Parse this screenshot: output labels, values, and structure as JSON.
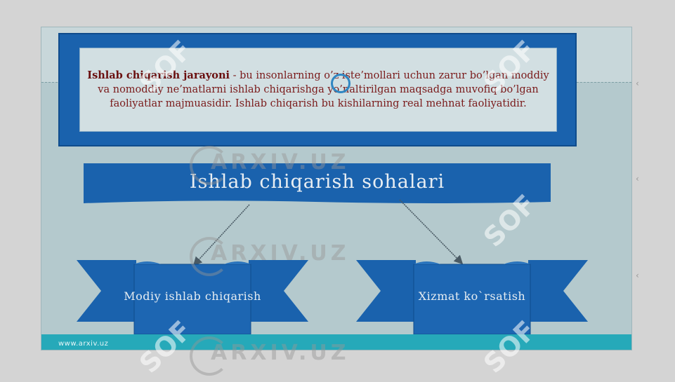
{
  "definition": {
    "term": "Ishlab chiqarish jarayoni",
    "body": " - bu insonlarning o’z iste’mollari uchun zarur bo’lgan moddiy va nomoddiy ne’matlarni ishlab chiqarishga yo’naltirilgan maqsadga muvofiq bo’lgan faoliyatlar majmuasidir. Ishlab chiqarish bu kishilarning real mehnat faoliyatidir."
  },
  "banner": {
    "title": "Ishlab chiqarish sohalari"
  },
  "branches": [
    {
      "label": "Modiy ishlab chiqarish"
    },
    {
      "label": "Xizmat ko`rsatish"
    }
  ],
  "footer": {
    "url": "www.arxiv.uz"
  },
  "watermark": {
    "text": "ARXIV.UZ",
    "brand": "SOF"
  },
  "colors": {
    "primary": "#1a62ad",
    "accent": "#26a9b9",
    "text_red": "#7a1a1a"
  }
}
